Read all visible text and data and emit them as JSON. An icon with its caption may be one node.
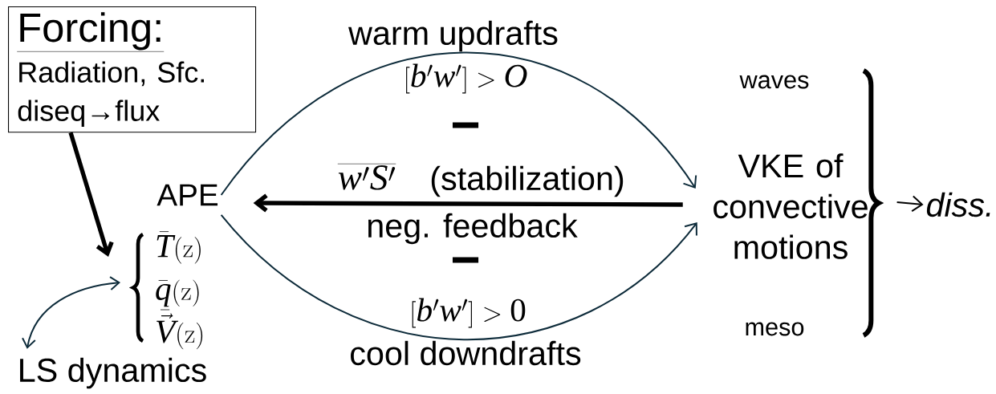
{
  "diagram": {
    "nodes": [
      {
        "text": [
          "Forcing:",
          "Radiation, Sfc. diseq→flux"
        ]
      },
      {
        "text": [
          "APE"
        ]
      },
      {
        "text": [
          "\\bar{T}\\mathrm{(z)}",
          "\\bar{q}\\mathrm{(z)}",
          "\\bar{\\vec{V}}\\mathrm{(z)}"
        ]
      },
      {
        "text": [
          "LS dynamics"
        ]
      },
      {
        "text": [
          "VKE of convective motions"
        ]
      },
      {
        "text": [],
        "shape": "brace"
      },
      {
        "text": [
          "diss."
        ]
      }
    ],
    "edges": [
      {
        "from": 0,
        "to": 2,
        "arrow": "to",
        "style": "thick"
      },
      {
        "from": 3,
        "to": 2,
        "arrow": "both",
        "color": "#0d2b3a"
      },
      {
        "from": 1,
        "to": 4,
        "arrow": "to",
        "color": "#0d2b3a"
      },
      {
        "from": 1,
        "to": 4,
        "arrow": "to",
        "color": "#0d2b3a"
      },
      {
        "from": 4,
        "to": 1,
        "arrow": "to",
        "style": "thick",
        "label": "neg. feedback"
      },
      {
        "from": 5,
        "to": 6,
        "arrow": "to"
      }
    ],
    "labels": [
      "warm updrafts",
      "[b'w'] > O",
      "−",
      "\\overline{w'S'}",
      "(stabilization)",
      "−",
      "[b'w'] > 0",
      "cool downdrafts",
      "waves",
      "meso"
    ]
  }
}
